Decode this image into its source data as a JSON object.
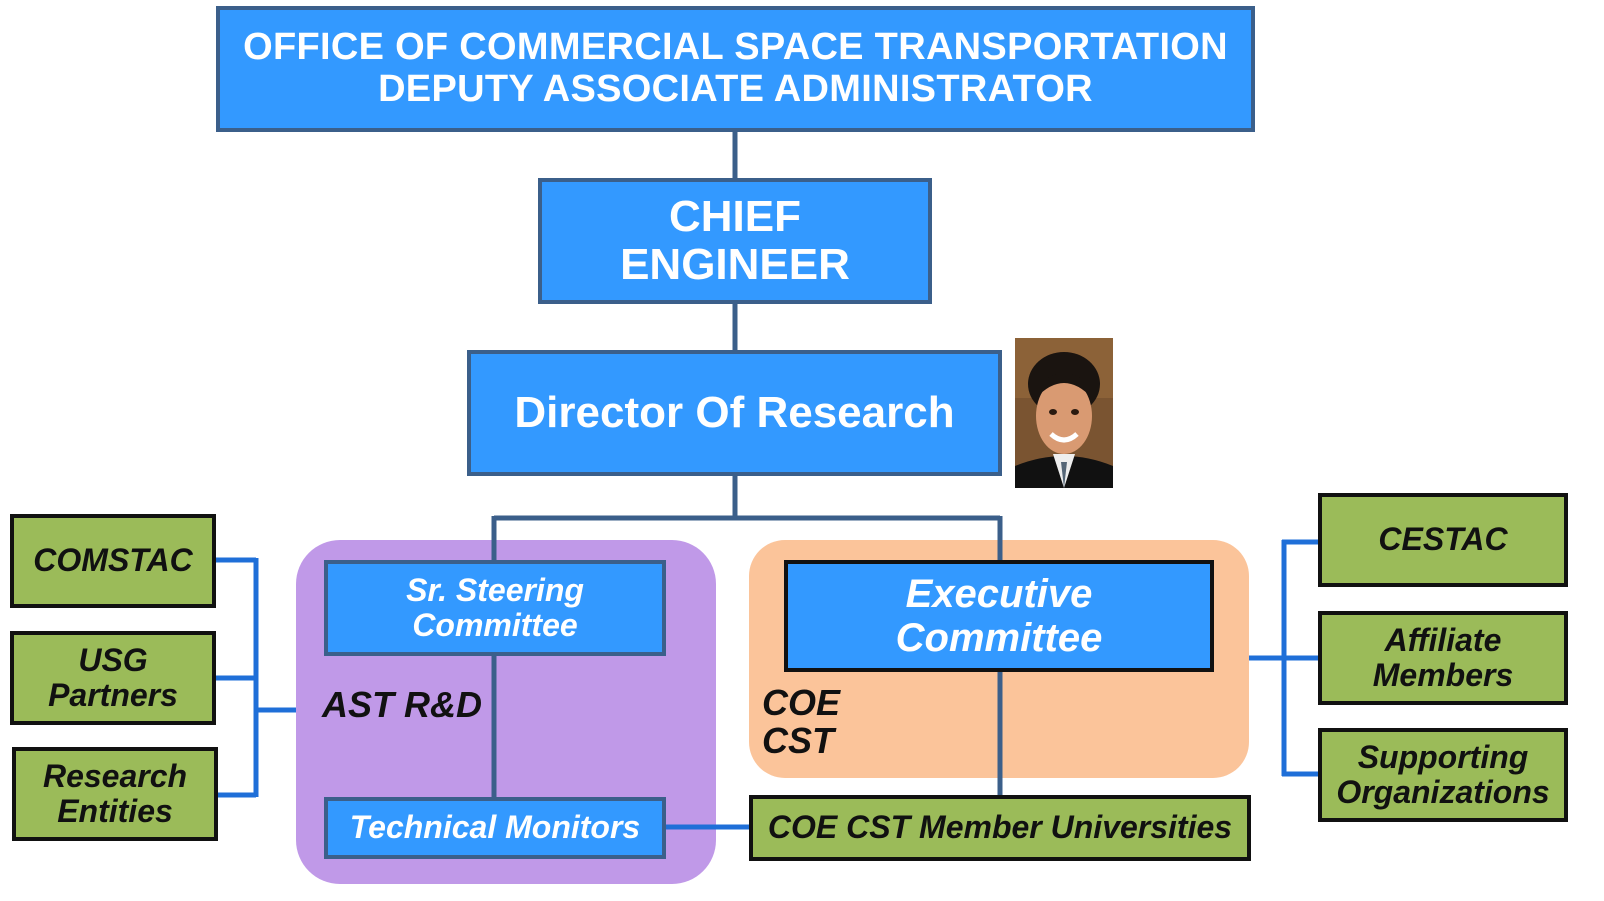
{
  "top_box": {
    "line1": "OFFICE OF COMMERCIAL SPACE TRANSPORTATION",
    "line2": "DEPUTY ASSOCIATE ADMINISTRATOR"
  },
  "chief_engineer": {
    "line1": "CHIEF",
    "line2": "ENGINEER"
  },
  "director": {
    "label": "Director Of Research"
  },
  "left_group": {
    "sr_steering": {
      "line1": "Sr. Steering",
      "line2": "Committee"
    },
    "region_label": "AST R&D",
    "technical_monitors": "Technical Monitors"
  },
  "right_group": {
    "executive": {
      "line1": "Executive",
      "line2": "Committee"
    },
    "region_label_line1": "COE",
    "region_label_line2": "CST",
    "member_universities": "COE CST Member Universities"
  },
  "left_partners": [
    {
      "line1": "COMSTAC",
      "line2": ""
    },
    {
      "line1": "USG",
      "line2": "Partners"
    },
    {
      "line1": "Research",
      "line2": "Entities"
    }
  ],
  "right_partners": [
    {
      "line1": "CESTAC",
      "line2": ""
    },
    {
      "line1": "Affiliate",
      "line2": "Members"
    },
    {
      "line1": "Supporting",
      "line2": "Organizations"
    }
  ],
  "colors": {
    "box_blue": "#3399ff",
    "box_green": "#9bbb59",
    "region_purple": "#c099e8",
    "region_peach": "#fbc49a",
    "connector_slate": "#3b5f8a",
    "connector_bright": "#1f6fd8"
  }
}
